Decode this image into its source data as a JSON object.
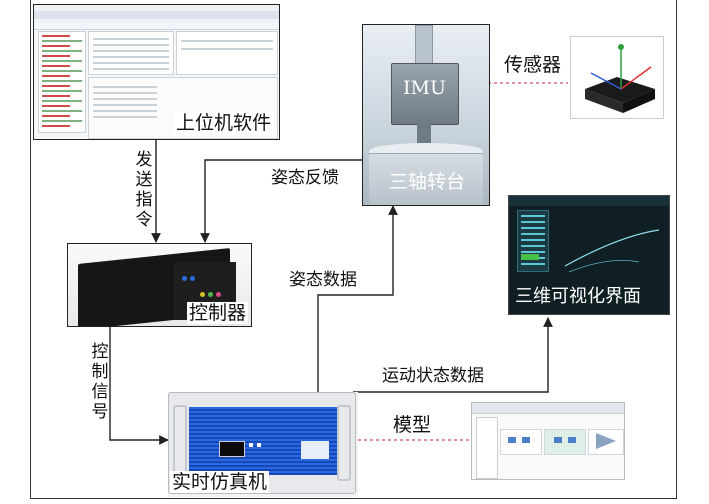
{
  "nodes": {
    "software": {
      "caption": "上位机软件"
    },
    "controller": {
      "caption": "控制器"
    },
    "turntable": {
      "caption": "三轴转台",
      "imu_label": "IMU"
    },
    "sensor": {
      "caption": "传感器"
    },
    "view3d": {
      "caption": "三维可视化界面"
    },
    "simulator": {
      "caption": "实时仿真机"
    },
    "model": {
      "caption": "模型"
    }
  },
  "edges": {
    "send_command": "发送指令",
    "control_signal": "控制信号",
    "attitude_feedback": "姿态反馈",
    "attitude_data": "姿态数据",
    "motion_state_data": "运动状态数据"
  },
  "colors": {
    "line": "#222222",
    "dashed": "#d44a6a",
    "view_bg": "#0f1f24",
    "panel_blue": "#1f57c8"
  }
}
